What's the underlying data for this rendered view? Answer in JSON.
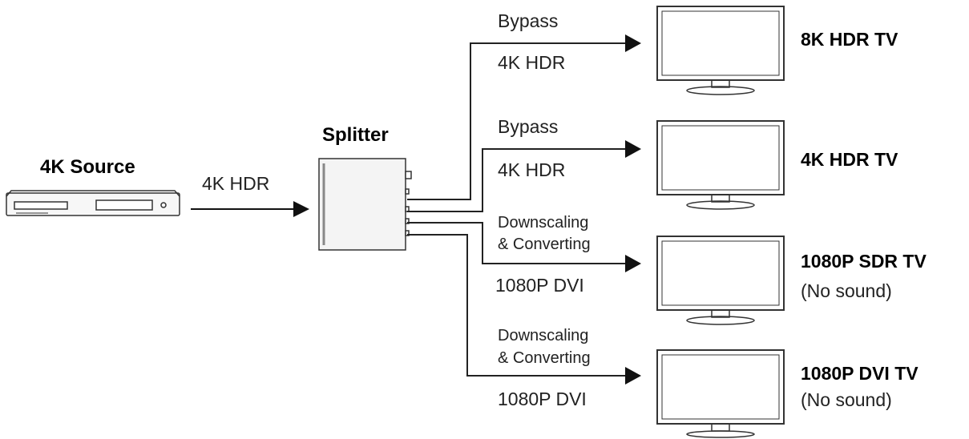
{
  "source": {
    "title": "4K Source",
    "signal": "4K HDR"
  },
  "splitter": {
    "title": "Splitter"
  },
  "outputs": [
    {
      "mode": "Bypass",
      "mode_line2": "",
      "signal": "4K HDR",
      "tv_name": "8K HDR TV",
      "tv_note": ""
    },
    {
      "mode": "Bypass",
      "mode_line2": "",
      "signal": "4K HDR",
      "tv_name": "4K HDR TV",
      "tv_note": ""
    },
    {
      "mode": "Downscaling",
      "mode_line2": "& Converting",
      "signal": "1080P DVI",
      "tv_name": "1080P SDR TV",
      "tv_note": "(No sound)"
    },
    {
      "mode": "Downscaling",
      "mode_line2": "& Converting",
      "signal": "1080P DVI",
      "tv_name": "1080P DVI TV",
      "tv_note": "(No sound)"
    }
  ]
}
